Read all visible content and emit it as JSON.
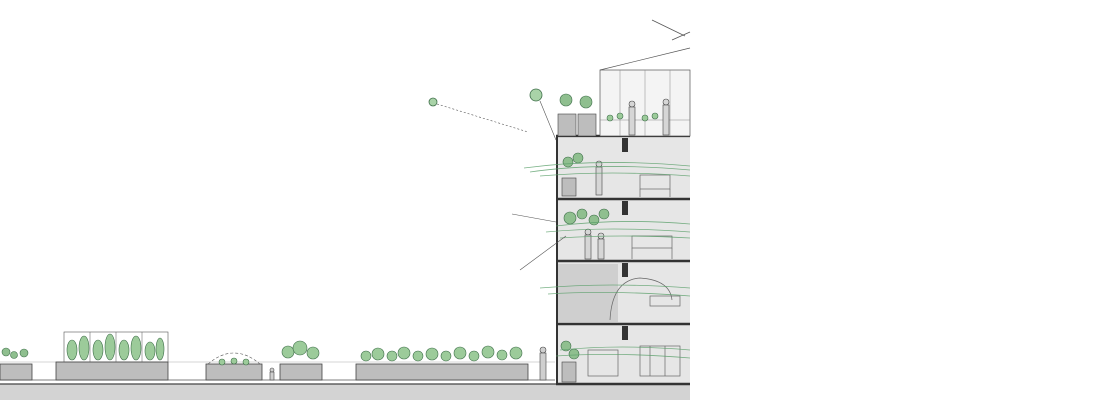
{
  "drawing": {
    "type": "architectural-section",
    "style": "pencil sketch with green watercolor accents",
    "floors_visible": 5,
    "has_rooftop_greenhouse": true,
    "has_ground_planters": true,
    "colors": {
      "ink": "#3a3a3a",
      "green": "#5aa06a",
      "green_light": "#a9d3a8",
      "fill_grey": "#d9d9d9",
      "ground": "#cfcfcf"
    }
  }
}
